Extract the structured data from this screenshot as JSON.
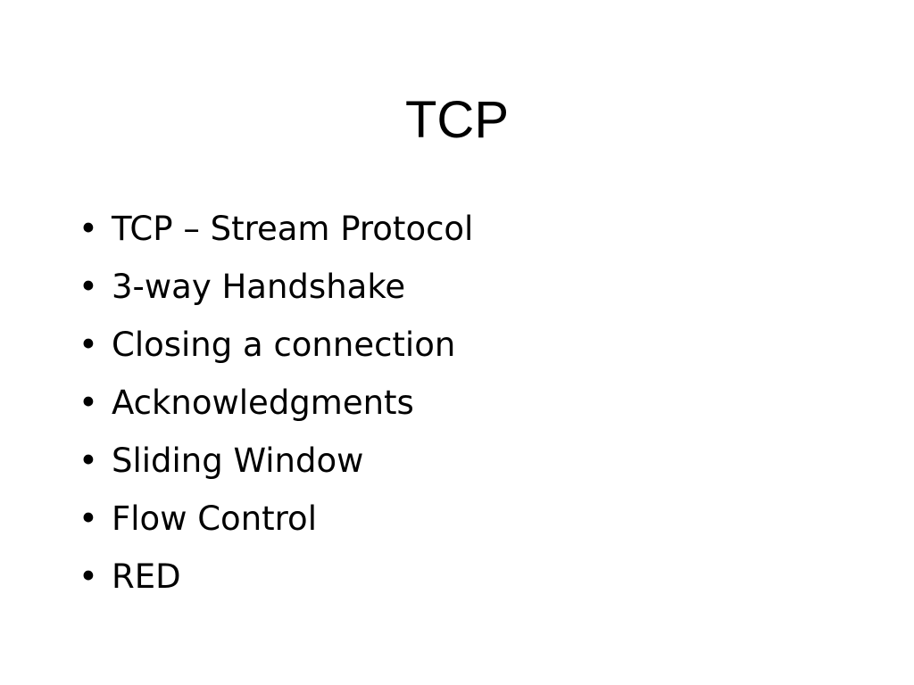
{
  "slide": {
    "title": "TCP",
    "bullet_symbol": "•",
    "bullets": [
      {
        "text": "TCP – Stream Protocol"
      },
      {
        "text": "3-way Handshake"
      },
      {
        "text": "Closing a connection"
      },
      {
        "text": "Acknowledgments"
      },
      {
        "text": "Sliding Window"
      },
      {
        "text": "Flow Control"
      },
      {
        "text": "RED"
      }
    ]
  }
}
